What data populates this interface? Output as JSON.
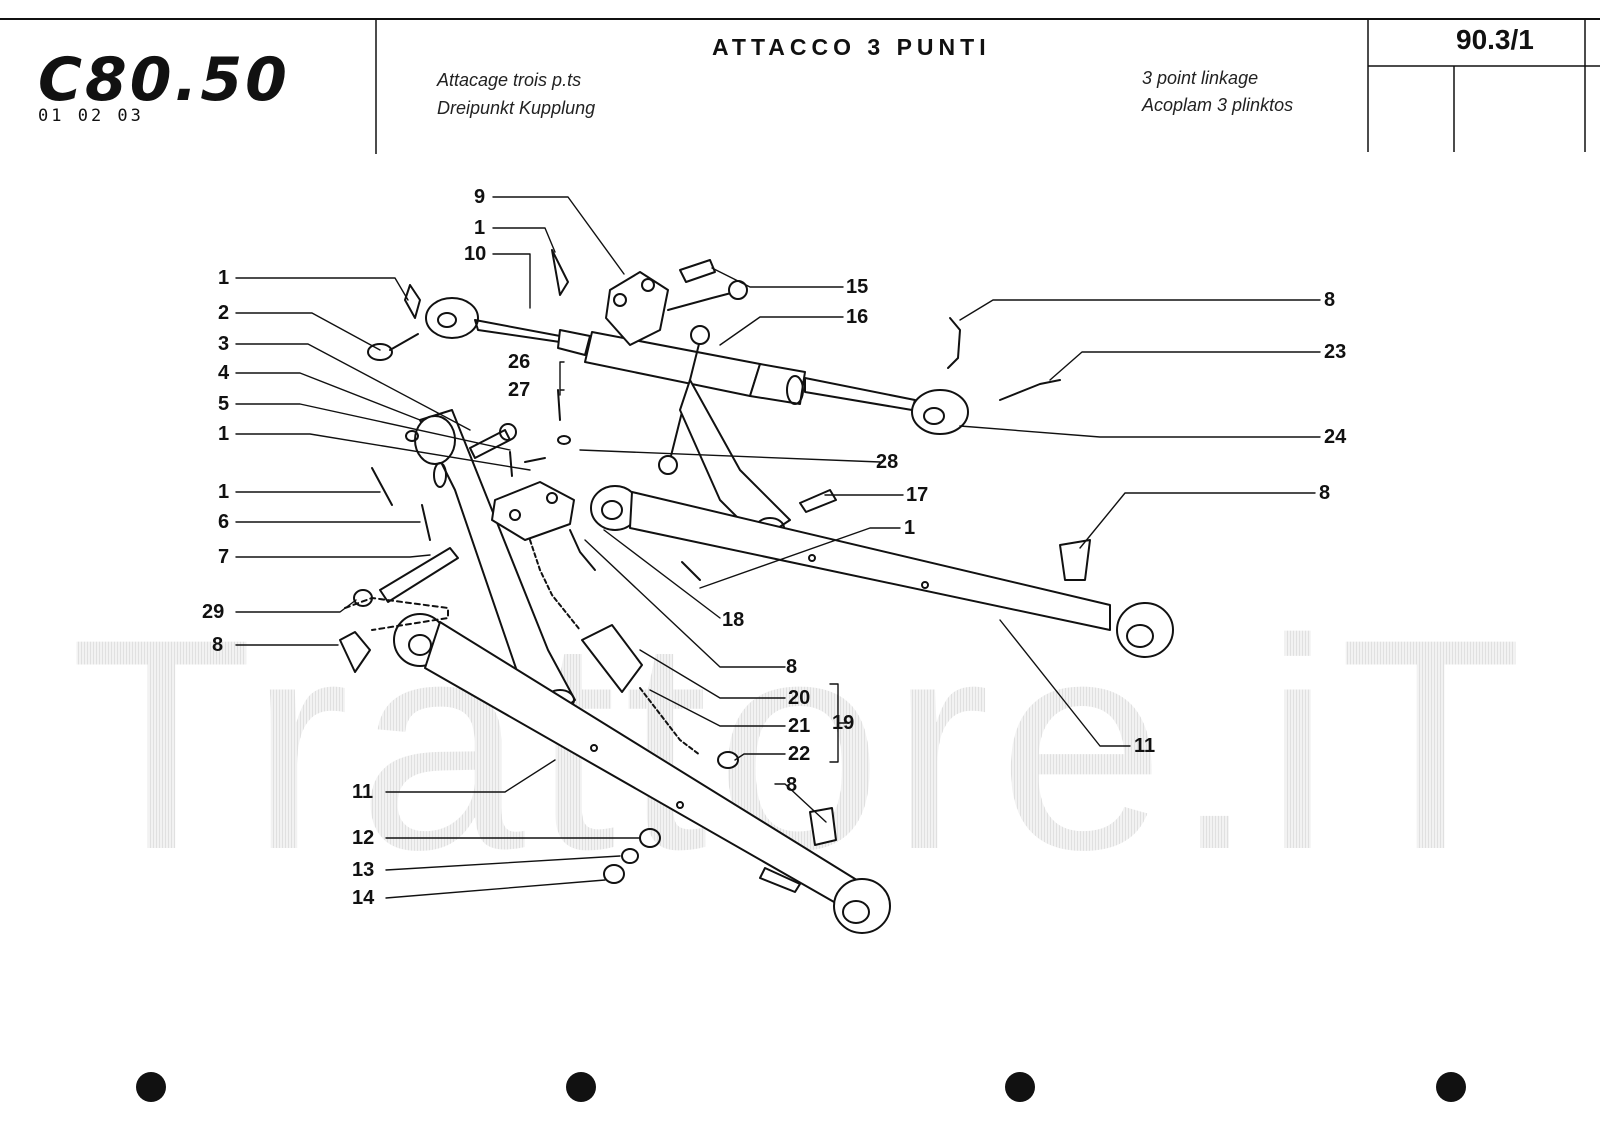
{
  "header": {
    "model_logo": "C80.50",
    "model_codes": "01 02 03",
    "title": "ATTACCO 3 PUNTI",
    "sub_fr": "Attacage trois p.ts",
    "sub_de": "Dreipunkt Kupplung",
    "sub_en": "3 point linkage",
    "sub_es": "Acoplam 3 plinktos",
    "page_number": "90.3/1"
  },
  "watermark": "Trattore.iT",
  "callouts": {
    "c9": "9",
    "c1a": "1",
    "c10": "10",
    "c1b": "1",
    "c2": "2",
    "c3": "3",
    "c4": "4",
    "c5": "5",
    "c1c": "1",
    "c1d": "1",
    "c6": "6",
    "c7": "7",
    "c29": "29",
    "c8a": "8",
    "c11a": "11",
    "c12": "12",
    "c13": "13",
    "c14": "14",
    "c15": "15",
    "c16": "16",
    "c8b": "8",
    "c23": "23",
    "c24": "24",
    "c26": "26",
    "c27": "27",
    "c28": "28",
    "c17": "17",
    "c8c": "8",
    "c1e": "1",
    "c18": "18",
    "c8d": "8",
    "c20": "20",
    "c21": "21",
    "c22": "22",
    "c19": "19",
    "c8e": "8",
    "c11b": "11"
  }
}
